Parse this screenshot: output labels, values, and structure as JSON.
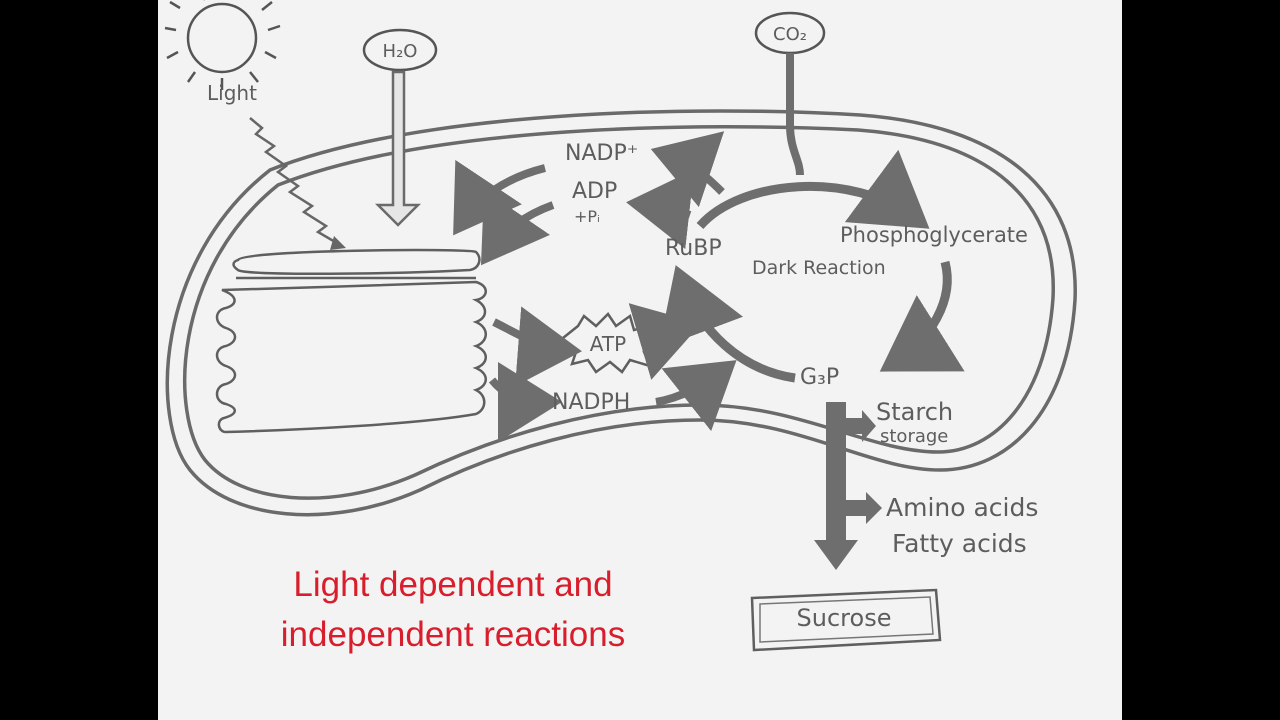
{
  "diagram": {
    "sun_label": "Light",
    "water": "H₂O",
    "carbon_dioxide": "CO₂",
    "nadp_plus": "NADP⁺",
    "adp": "ADP",
    "pi": "+Pᵢ",
    "rubp": "RuBP",
    "phosphoglycerate": "Phosphoglycerate",
    "dark_reaction": "Dark Reaction",
    "atp": "ATP",
    "nadph": "NADPH",
    "g3p": "G₃P",
    "starch": "Starch",
    "storage": "storage",
    "amino_acids": "Amino acids",
    "fatty_acids": "Fatty acids",
    "sucrose": "Sucrose"
  },
  "caption": {
    "line1": "Light dependent and",
    "line2": "independent reactions"
  },
  "colors": {
    "ink": "#5d5d5d",
    "arrow": "#6e6e6e",
    "caption": "#d81e2c",
    "paper": "#f3f3f3"
  }
}
